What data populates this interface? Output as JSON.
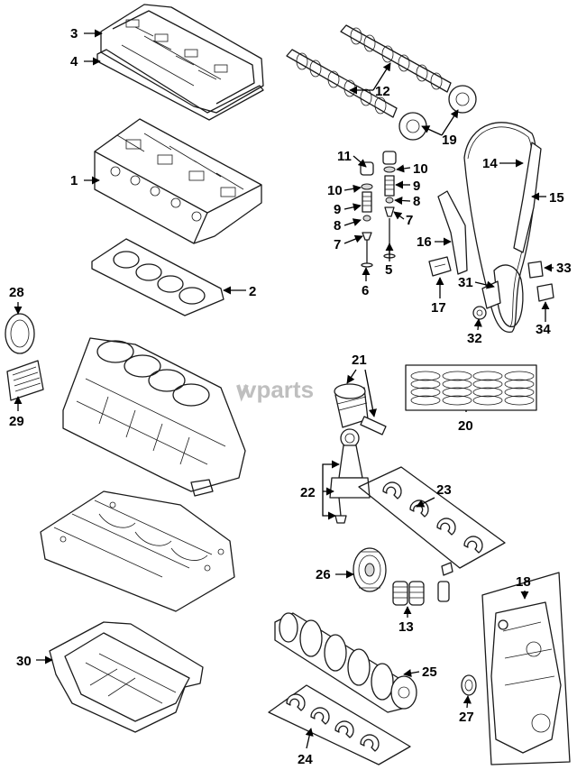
{
  "watermark": {
    "text": "vparts"
  },
  "callouts": {
    "c1": "1",
    "c2": "2",
    "c3": "3",
    "c4": "4",
    "c5": "5",
    "c6": "6",
    "c7a": "7",
    "c7b": "7",
    "c8a": "8",
    "c8b": "8",
    "c9a": "9",
    "c9b": "9",
    "c10a": "10",
    "c10b": "10",
    "c11": "11",
    "c12": "12",
    "c13": "13",
    "c14": "14",
    "c15": "15",
    "c16": "16",
    "c17": "17",
    "c18": "18",
    "c19": "19",
    "c20": "20",
    "c21": "21",
    "c22": "22",
    "c23": "23",
    "c24": "24",
    "c25": "25",
    "c26": "26",
    "c27": "27",
    "c28": "28",
    "c29": "29",
    "c30": "30",
    "c31": "31",
    "c32": "32",
    "c33": "33",
    "c34": "34"
  }
}
